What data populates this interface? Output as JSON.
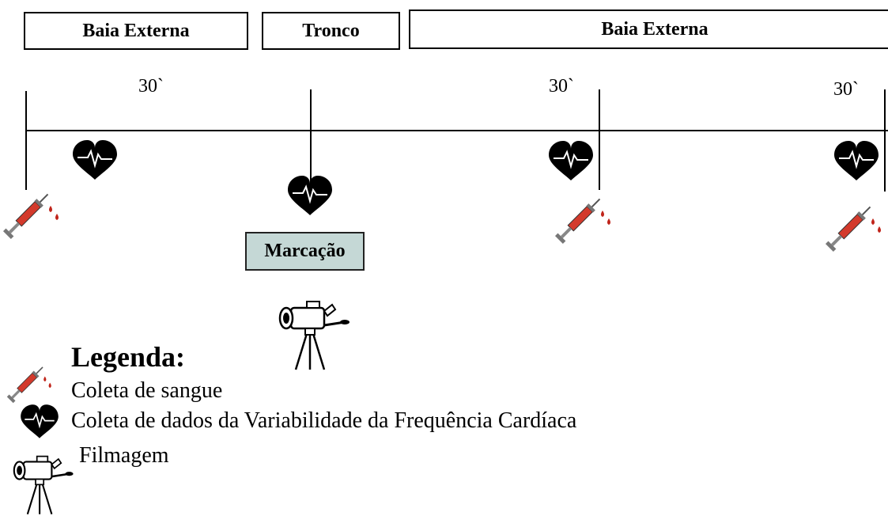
{
  "phases": [
    {
      "label": "Baia Externa"
    },
    {
      "label": "Tronco"
    },
    {
      "label": "Baia Externa"
    }
  ],
  "durations": [
    "30`",
    "30`",
    "30`"
  ],
  "marker_label": "Marcação",
  "legend": {
    "title": "Legenda:",
    "items": [
      {
        "icon": "syringe-icon",
        "text": "Coleta de sangue"
      },
      {
        "icon": "heart-ecg-icon",
        "text": "Coleta de dados da Variabilidade da Frequência Cardíaca"
      },
      {
        "icon": "video-camera-icon",
        "text": "Filmagem"
      }
    ]
  },
  "colors": {
    "blood": "#c0241a",
    "marker_fill": "#c5d8d6"
  }
}
